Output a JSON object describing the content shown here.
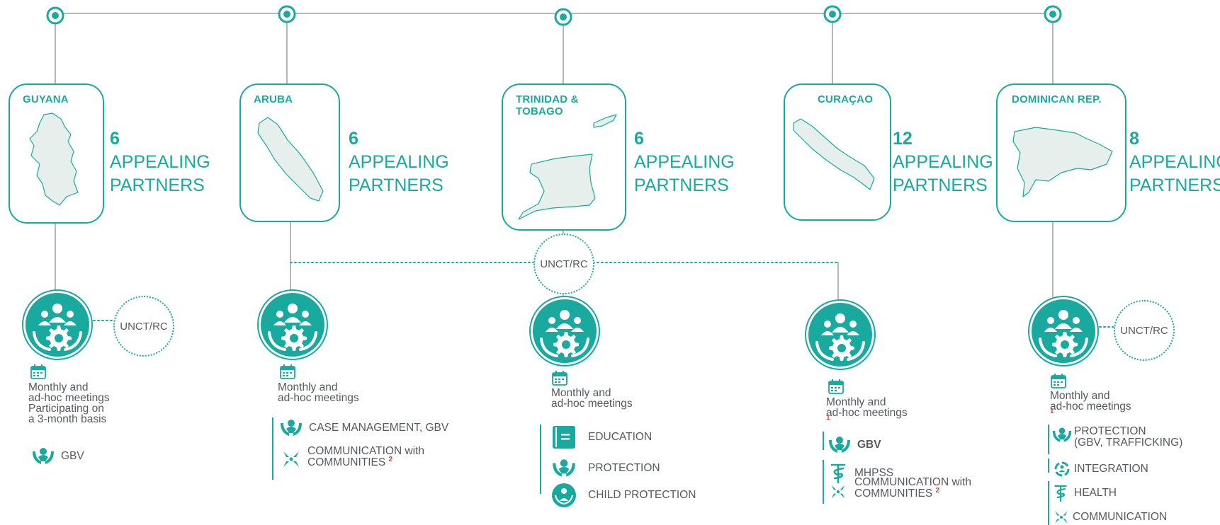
{
  "colors": {
    "accent": "#1aa99e",
    "text": "#555a5c",
    "footnote": "#e23a3a",
    "map_fill": "#e6efec"
  },
  "countries": [
    {
      "name": "GUYANA",
      "count": "6",
      "line1": "APPEALING",
      "line2": "PARTNERS"
    },
    {
      "name": "ARUBA",
      "count": "6",
      "line1": "APPEALING",
      "line2": "PARTNERS"
    },
    {
      "name": "TRINIDAD & TOBAGO",
      "name_line1": "TRINIDAD &",
      "name_line2": "TOBAGO",
      "count": "6",
      "line1": "APPEALING",
      "line2": "PARTNERS"
    },
    {
      "name": "CURAÇAO",
      "count": "12",
      "line1": "APPEALING",
      "line2": "PARTNERS"
    },
    {
      "name": "DOMINICAN REP.",
      "count": "8",
      "line1": "APPEALING",
      "line2": "PARTNERS"
    }
  ],
  "unct_label": "UNCT/RC",
  "meetings": {
    "guyana": [
      "Monthly and",
      "ad-hoc meetings",
      "Participating on",
      "a 3-month basis"
    ],
    "aruba": [
      "Monthly and",
      "ad-hoc meetings"
    ],
    "trinidad": [
      "Monthly and",
      "ad-hoc meetings"
    ],
    "curacao": [
      "Monthly and",
      "ad-hoc meetings"
    ],
    "curacao_footnote": "1",
    "dominican": [
      "Monthly and",
      "ad-hoc meetings"
    ],
    "dominican_footnote": "1"
  },
  "sectors": {
    "guyana": [
      {
        "icon": "protection-icon",
        "label": "GBV"
      }
    ],
    "aruba": [
      {
        "icon": "protection-icon",
        "label": "CASE MANAGEMENT, GBV"
      },
      {
        "icon": "communication-icon",
        "label": "COMMUNICATION with",
        "label2": "COMMUNITIES",
        "footnote": "2"
      }
    ],
    "trinidad": [
      {
        "icon": "education-icon",
        "label": "EDUCATION"
      },
      {
        "icon": "protection-icon",
        "label": "PROTECTION"
      },
      {
        "icon": "child-protection-icon",
        "label": "CHILD PROTECTION"
      }
    ],
    "curacao": [
      {
        "icon": "protection-icon",
        "label": "GBV"
      },
      {
        "icon": "health-icon",
        "label": "MHPSS"
      },
      {
        "icon": "communication-icon",
        "label": "COMMUNICATION with",
        "label2": "COMMUNITIES",
        "footnote": "2"
      }
    ],
    "dominican": [
      {
        "icon": "protection-icon",
        "label": "PROTECTION",
        "label2": "(GBV, TRAFFICKING)"
      },
      {
        "icon": "integration-icon",
        "label": "INTEGRATION"
      },
      {
        "icon": "health-icon",
        "label": "HEALTH"
      },
      {
        "icon": "communication-icon",
        "label": "COMMUNICATION"
      }
    ]
  }
}
